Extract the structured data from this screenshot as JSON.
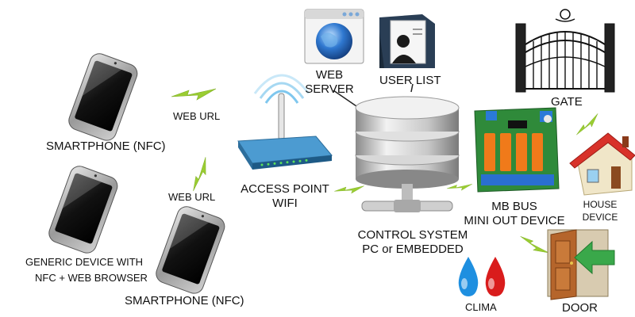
{
  "labels": {
    "web_url_top": "WEB URL",
    "web_url_mid": "WEB URL",
    "smartphone_top": "SMARTPHONE (NFC)",
    "generic_device_line1": "GENERIC DEVICE WITH",
    "generic_device_line2": "NFC + WEB BROWSER",
    "smartphone_bottom": "SMARTPHONE (NFC)",
    "access_point_line1": "ACCESS POINT",
    "access_point_line2": "WIFI",
    "web_server_line1": "WEB",
    "web_server_line2": "SERVER",
    "user_list": "USER LIST",
    "control_system_line1": "CONTROL SYSTEM",
    "control_system_line2": "PC or EMBEDDED",
    "gate": "GATE",
    "mb_bus_line1": "MB BUS",
    "mb_bus_line2": "MINI OUT DEVICE",
    "house_device_line1": "HOUSE",
    "house_device_line2": "DEVICE",
    "clima": "CLIMA",
    "door": "DOOR"
  },
  "colors": {
    "bolt": "#9acd32",
    "clima_blue": "#1e8fe0",
    "clima_red": "#d91c1c",
    "router_body": "#3b8ec4",
    "house_roof": "#d8322a",
    "door_wood": "#b5652b",
    "arrow_green": "#3aa84a",
    "relay_orange": "#f07a1a",
    "board_green": "#2f8a3a"
  },
  "icons": [
    "smartphone-icon",
    "wifi-router-icon",
    "web-server-window-icon",
    "user-list-folder-icon",
    "database-server-icon",
    "iron-gate-icon",
    "relay-board-icon",
    "house-icon",
    "door-icon",
    "water-drop-icon",
    "lightning-bolt-icon"
  ]
}
